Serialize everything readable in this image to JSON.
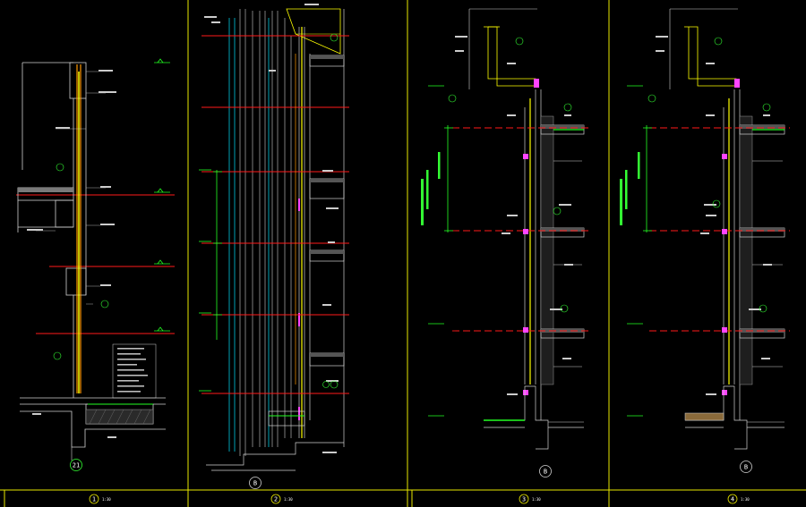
{
  "sheet": {
    "background": "#000000",
    "panels": [
      {
        "id": "section-1",
        "view_number": "1",
        "scale": "1:30",
        "detail_mark": "21"
      },
      {
        "id": "section-2",
        "view_number": "2",
        "scale": "1:30",
        "detail_mark": "B"
      },
      {
        "id": "section-3",
        "view_number": "3",
        "scale": "1:30",
        "detail_mark": "B"
      },
      {
        "id": "section-4",
        "view_number": "4",
        "scale": "1:30",
        "detail_mark": "B"
      }
    ]
  },
  "colors": {
    "frame": "#e8e800",
    "floor_line": "#ff1a1a",
    "axis_dash": "#ff2222",
    "level_mark": "#22ff22",
    "concrete": "#d0d0d0",
    "insulation": "#ff44ff",
    "glazing": "#ffff00",
    "dim": "#33ff33",
    "text": "#ffffff",
    "cyan": "#00e5ff",
    "orange": "#ff9a00"
  }
}
